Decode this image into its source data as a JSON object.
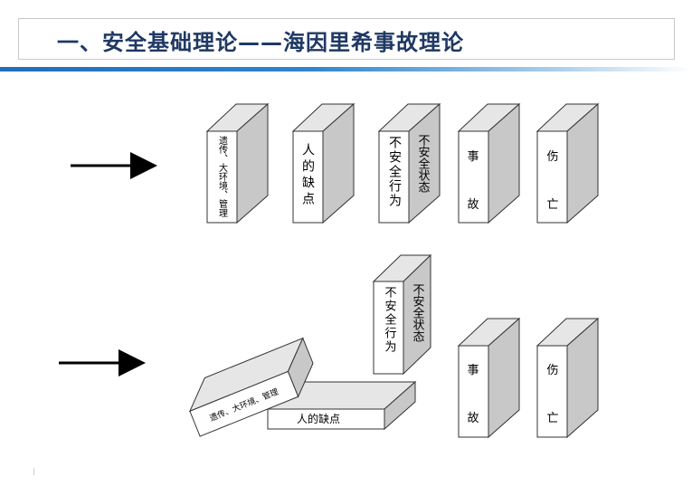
{
  "title": "一、安全基础理论——海因里希事故理论",
  "row1": {
    "d1": "遗传、大环境、管理",
    "d2": "人的缺点",
    "d3_front": "不安全行为",
    "d3_side": "不安全状态",
    "d4_top": "事",
    "d4_bottom": "故",
    "d5_top": "伤",
    "d5_bottom": "亡"
  },
  "row2": {
    "fallen_a": "遗传、大环境、管理",
    "fallen_b": "人的缺点",
    "d3_front": "不安全行为",
    "d3_side": "不安全状态",
    "d4_top": "事",
    "d4_bottom": "故",
    "d5_top": "伤",
    "d5_bottom": "亡"
  },
  "colors": {
    "title": "#1f3864",
    "face": "#ffffff",
    "side": "#c8c8c8",
    "top": "#e6e6e6",
    "stroke": "#333333"
  }
}
